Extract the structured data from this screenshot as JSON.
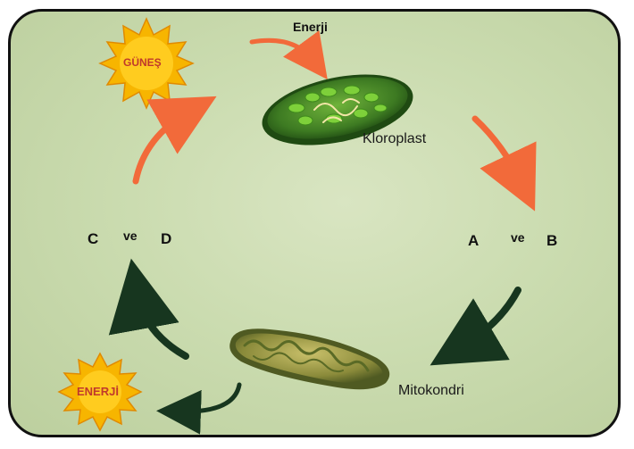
{
  "labels": {
    "sun": "GÜNEŞ",
    "energy_in": "Enerji",
    "chloroplast": "Kloroplast",
    "a": "A",
    "ve_right": "ve",
    "b": "B",
    "mitochondria": "Mitokondri",
    "energy_out": "ENERJİ",
    "c": "C",
    "ve_left": "ve",
    "d": "D"
  },
  "colors": {
    "orange_arrow": "#f26a3a",
    "dark_arrow": "#17361f",
    "sun": "#f7b500",
    "sun_text": "#c0392b",
    "chloroplast": "#3d7a22",
    "mitochondria": "#8a8a3a"
  }
}
